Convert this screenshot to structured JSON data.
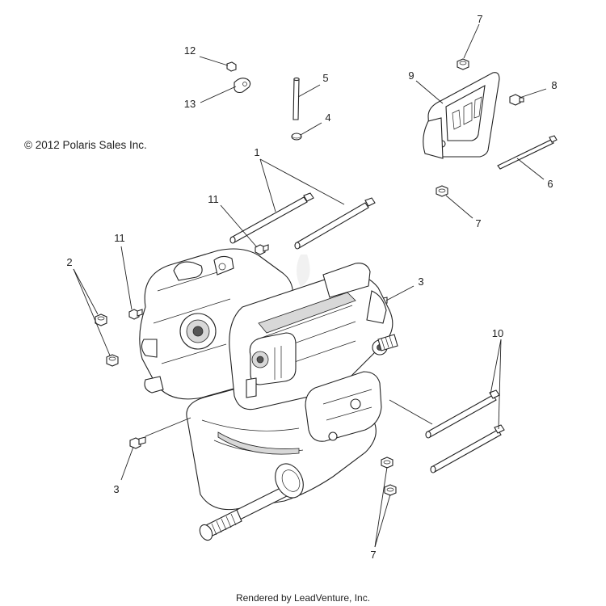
{
  "copyright": "© 2012 Polaris Sales Inc.",
  "footer": "Rendered by LeadVenture, Inc.",
  "callouts": {
    "c1": "1",
    "c2": "2",
    "c3a": "3",
    "c3b": "3",
    "c4": "4",
    "c5": "5",
    "c6": "6",
    "c7a": "7",
    "c7b": "7",
    "c7c": "7",
    "c8": "8",
    "c9": "9",
    "c10": "10",
    "c11a": "11",
    "c11b": "11",
    "c12": "12",
    "c13": "13"
  }
}
